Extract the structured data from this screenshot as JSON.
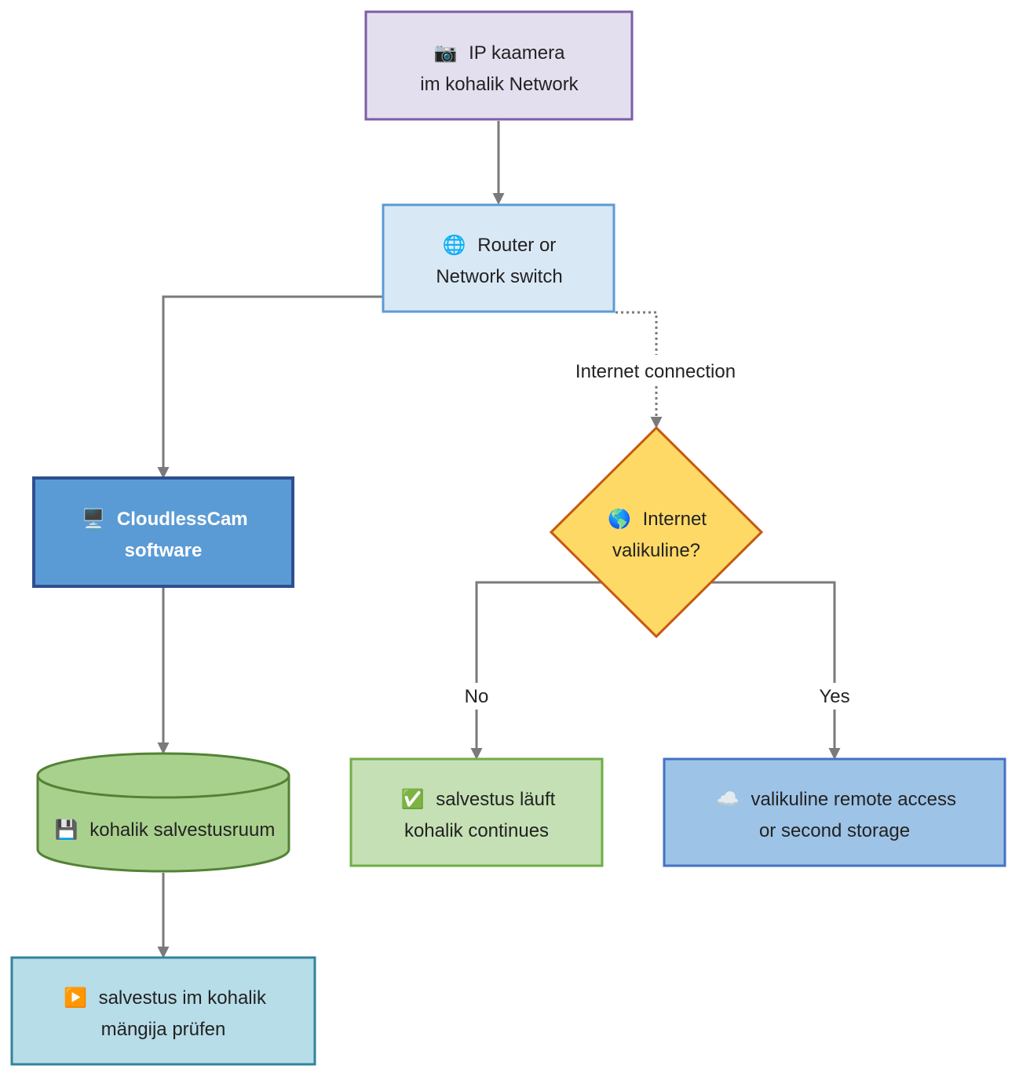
{
  "nodes": {
    "camera": {
      "icon": "📷",
      "line1": "IP kaamera",
      "line2": "im kohalik Network",
      "fill": "#e4dfee",
      "stroke": "#7b5ea7"
    },
    "router": {
      "icon": "🌐",
      "line1": "Router or",
      "line2": "Network switch",
      "fill": "#d9e8f5",
      "stroke": "#5b9bd5"
    },
    "software": {
      "icon": "🖥️",
      "line1": "CloudlessCam",
      "line2": "software",
      "fill": "#5b9bd5",
      "stroke": "#2f4f8f"
    },
    "storage": {
      "icon": "💾",
      "line1": "kohalik salvestusruum",
      "fill": "#a9d18e",
      "stroke": "#548235"
    },
    "player": {
      "icon": "▶️",
      "line1": "salvestus im kohalik",
      "line2": "mängija prüfen",
      "fill": "#b7dde8",
      "stroke": "#31849b"
    },
    "decision": {
      "icon": "🌎",
      "line1": "Internet",
      "line2": "valikuline?",
      "fill": "#ffd966",
      "stroke": "#c55a11"
    },
    "local_continues": {
      "icon": "✅",
      "line1": "salvestus läuft",
      "line2": "kohalik continues",
      "fill": "#c5e0b4",
      "stroke": "#70ad47"
    },
    "remote": {
      "icon": "☁️",
      "line1": "valikuline remote access",
      "line2": "or second storage",
      "fill": "#9dc3e6",
      "stroke": "#4472c4"
    }
  },
  "edges": {
    "internet_label": "Internet connection",
    "no_label": "No",
    "yes_label": "Yes"
  },
  "colors": {
    "edge": "#7a7a7a"
  }
}
